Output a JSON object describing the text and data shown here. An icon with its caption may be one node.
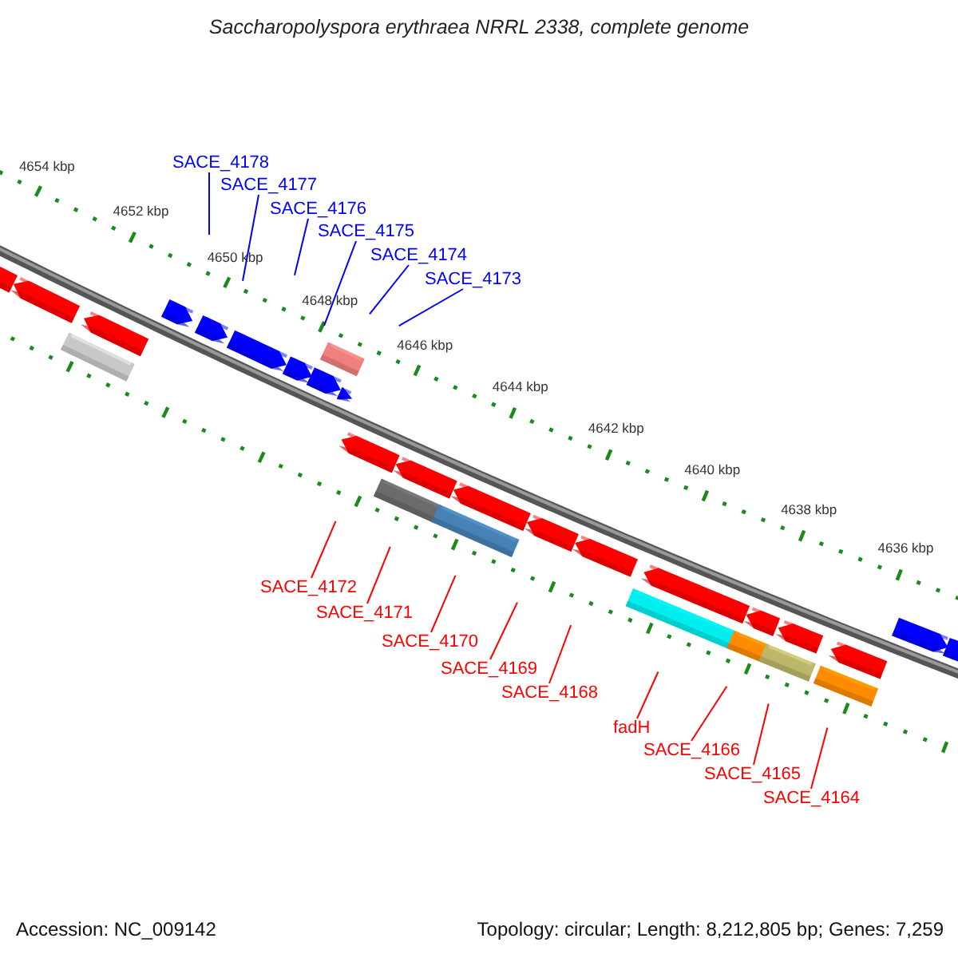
{
  "diagram": {
    "title": "Saccharopolyspora erythraea NRRL 2338, complete genome",
    "nodes": [
      {
        "text": [
          "SACE_4178"
        ]
      },
      {
        "text": [
          "SACE_4177"
        ]
      },
      {
        "text": [
          "SACE_4176"
        ]
      },
      {
        "text": [
          "SACE_4175"
        ]
      },
      {
        "text": [
          "SACE_4174"
        ]
      },
      {
        "text": [
          "SACE_4173"
        ]
      },
      {
        "text": [
          "SACE_4172"
        ]
      },
      {
        "text": [
          "SACE_4171"
        ]
      },
      {
        "text": [
          "SACE_4170"
        ]
      },
      {
        "text": [
          "SACE_4169"
        ]
      },
      {
        "text": [
          "SACE_4168"
        ]
      },
      {
        "text": [
          "fadH"
        ]
      },
      {
        "text": [
          "SACE_4166"
        ]
      },
      {
        "text": [
          "SACE_4165"
        ]
      },
      {
        "text": [
          "SACE_4164"
        ]
      }
    ],
    "edges": [
      {
        "from": 0,
        "to": null,
        "arrow": "none",
        "color": "#0000ff"
      },
      {
        "from": 1,
        "to": null,
        "arrow": "none",
        "color": "#0000ff"
      },
      {
        "from": 2,
        "to": null,
        "arrow": "none",
        "color": "#0000ff"
      },
      {
        "from": 3,
        "to": null,
        "arrow": "none",
        "color": "#0000ff"
      },
      {
        "from": 4,
        "to": null,
        "arrow": "none",
        "color": "#0000ff"
      },
      {
        "from": 5,
        "to": null,
        "arrow": "none",
        "color": "#0000ff"
      },
      {
        "from": 6,
        "to": null,
        "arrow": "none"
      },
      {
        "from": 7,
        "to": null,
        "arrow": "none"
      },
      {
        "from": 8,
        "to": null,
        "arrow": "none"
      },
      {
        "from": 9,
        "to": null,
        "arrow": "none"
      },
      {
        "from": 10,
        "to": null,
        "arrow": "none"
      },
      {
        "from": 11,
        "to": null,
        "arrow": "none"
      },
      {
        "from": 12,
        "to": null,
        "arrow": "none"
      },
      {
        "from": 13,
        "to": null,
        "arrow": "none"
      },
      {
        "from": 14,
        "to": null,
        "arrow": "none"
      }
    ],
    "labels": [
      "4654 kbp",
      "4652 kbp",
      "4650 kbp",
      "4648 kbp",
      "4646 kbp",
      "4644 kbp",
      "4642 kbp",
      "4640 kbp",
      "4638 kbp",
      "4636 kbp",
      "Accession: NC_009142",
      "Topology: circular; Length: 8,212,805 bp; Genes: 7,259"
    ]
  }
}
